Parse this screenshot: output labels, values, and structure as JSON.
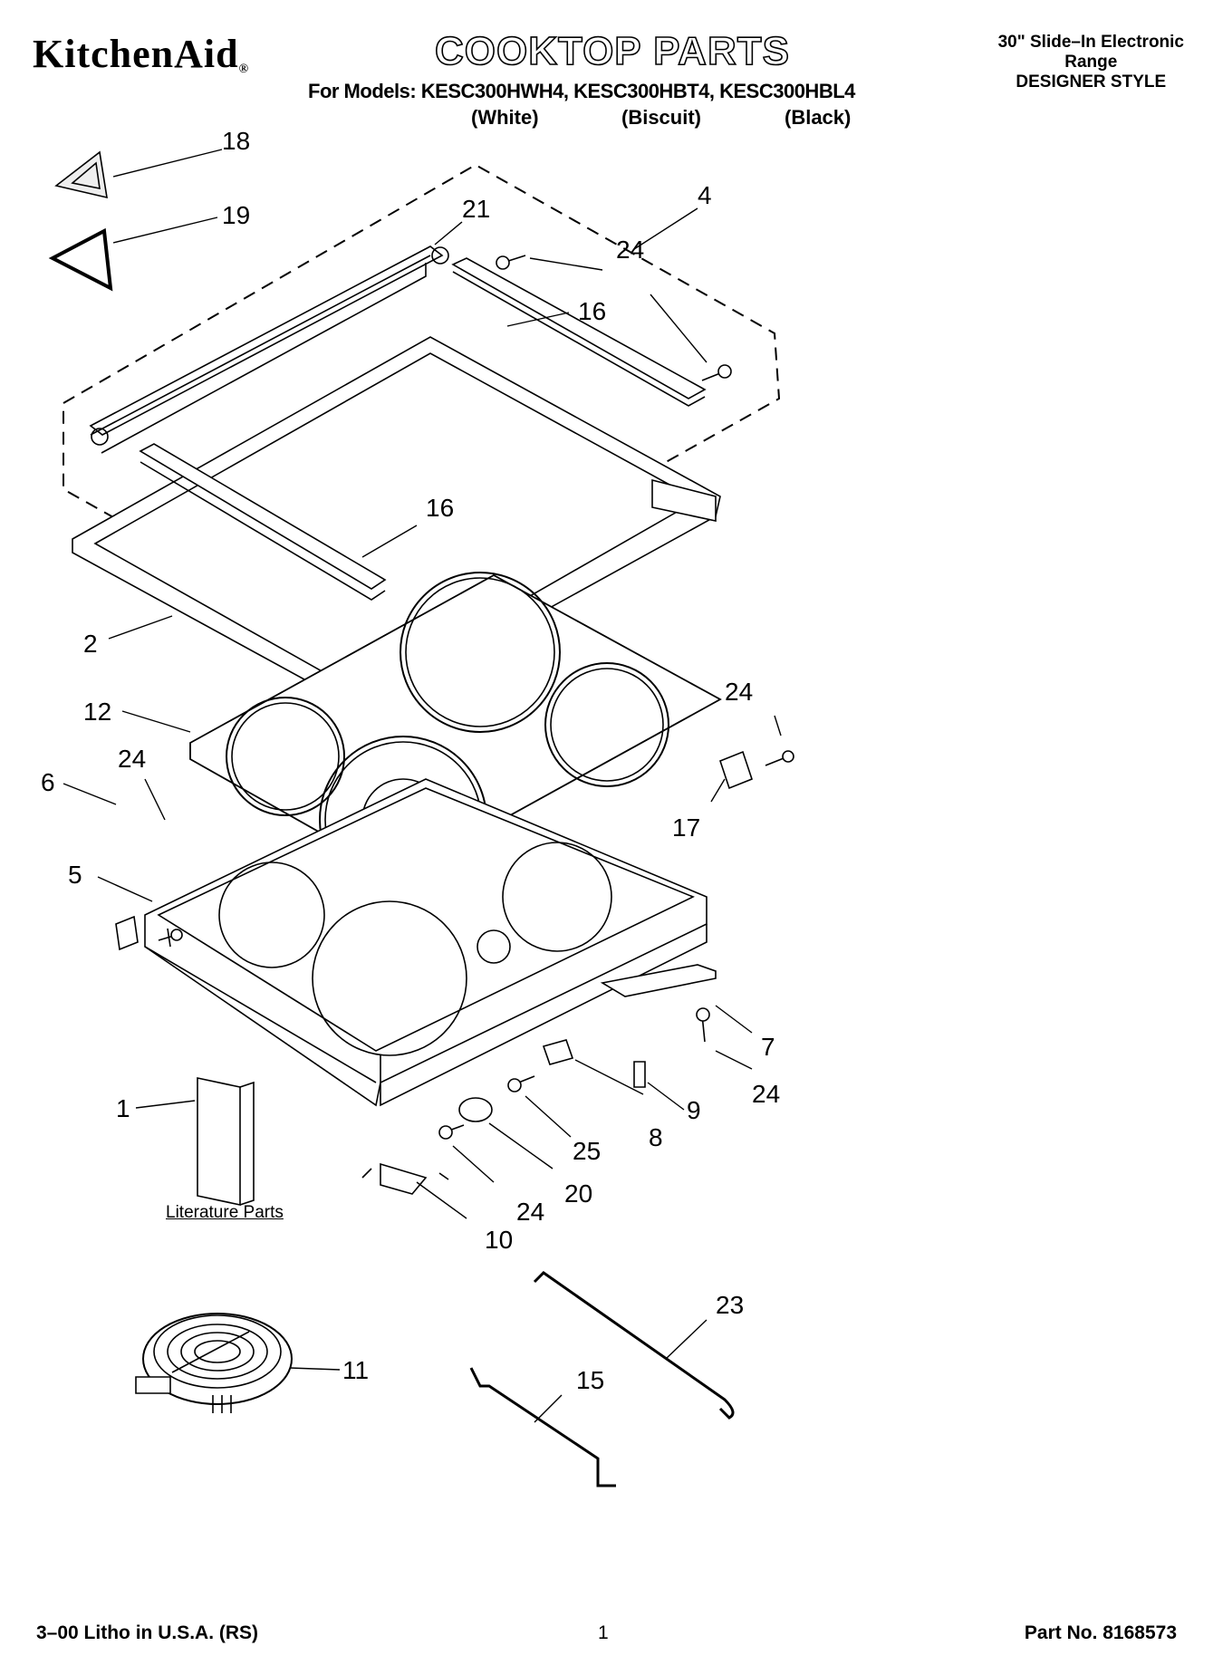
{
  "header": {
    "brand": "KitchenAid",
    "brand_mark": "®",
    "title": "COOKTOP PARTS",
    "models_line": "For Models: KESC300HWH4, KESC300HBT4, KESC300HBL4",
    "colors": [
      "(White)",
      "(Biscuit)",
      "(Black)"
    ],
    "product_line1": "30\" Slide–In Electronic",
    "product_line2": "Range",
    "style": "DESIGNER STYLE"
  },
  "callouts": [
    "18",
    "19",
    "21",
    "4",
    "24",
    "16",
    "16",
    "2",
    "12",
    "24",
    "24",
    "6",
    "17",
    "5",
    "7",
    "24",
    "9",
    "8",
    "25",
    "1",
    "20",
    "24",
    "10",
    "23",
    "11",
    "15"
  ],
  "literature_label": "Literature Parts",
  "footer": {
    "litho": "3–00 Litho in U.S.A. (RS)",
    "page_number": "1",
    "part_no": "Part No. 8168573"
  }
}
